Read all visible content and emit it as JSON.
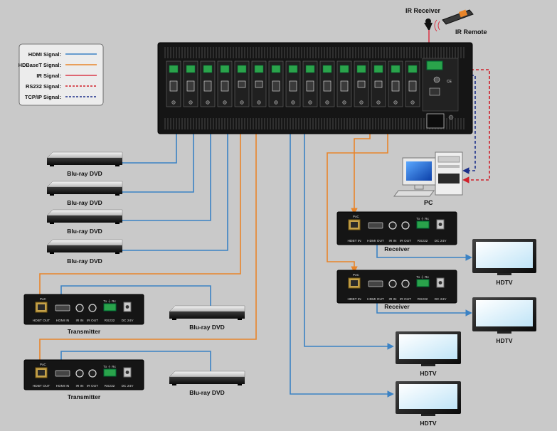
{
  "legend": {
    "items": [
      {
        "label": "HDMI Signal:",
        "color": "#3b82c4",
        "style": "solid"
      },
      {
        "label": "HDBaseT Signal:",
        "color": "#e8852a",
        "style": "solid"
      },
      {
        "label": "IR Signal:",
        "color": "#d93a4a",
        "style": "solid"
      },
      {
        "label": "RS232 Signal:",
        "color": "#d0202a",
        "style": "dashed"
      },
      {
        "label": "TCP/IP Signal:",
        "color": "#1c2f8a",
        "style": "dashed"
      }
    ]
  },
  "ir_receiver_label": "IR Receiver",
  "ir_remote_label": "IR Remote",
  "pc_label": "PC",
  "sources": {
    "bluray_label": "Blu-ray DVD"
  },
  "transmitter": {
    "label": "Transmitter",
    "ports": [
      "HDBT OUT",
      "HDMI IN",
      "IR IN",
      "IR OUT",
      "RS232",
      "DC 24V"
    ],
    "poc": "PoC",
    "txrx": "Tx ⏚ Rx"
  },
  "receiver": {
    "label": "Receiver",
    "ports": [
      "HDBT IN",
      "HDMI OUT",
      "IR IN",
      "IR OUT",
      "RS232",
      "DC 24V"
    ],
    "poc": "PoC",
    "txrx": "Tx ⏚ Rx"
  },
  "display": {
    "hdtv_label": "HDTV"
  },
  "colors": {
    "hdmi": "#3b82c4",
    "hdbaset": "#e8852a",
    "ir": "#d93a4a",
    "rs232": "#d0202a",
    "tcpip": "#1c2f8a",
    "device": "#161616",
    "background": "#c9c9c9"
  }
}
